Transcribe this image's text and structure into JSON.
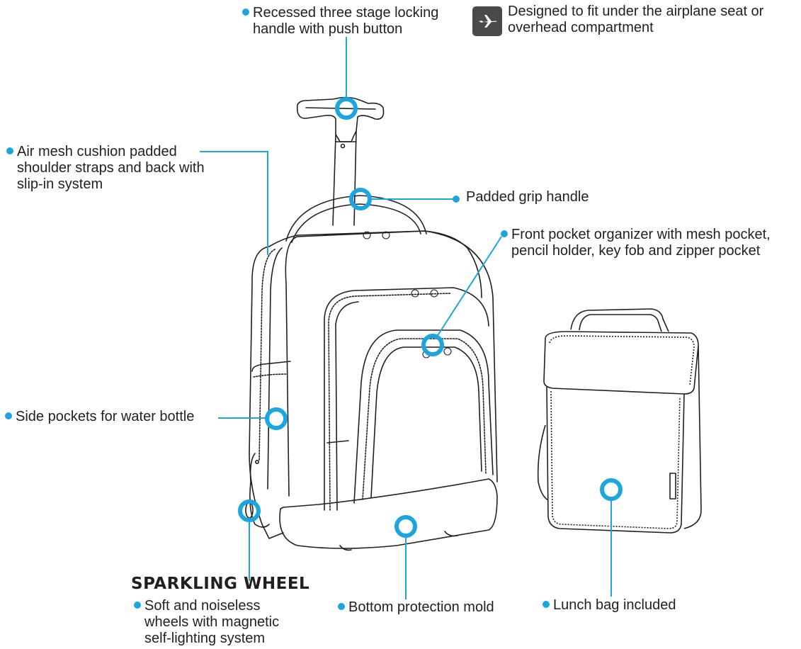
{
  "accent_color": "#1ba6e0",
  "callouts": {
    "handle": {
      "lines": [
        "Recessed three stage locking",
        "handle with push button"
      ]
    },
    "airplane": {
      "icon": "airplane-icon",
      "lines": [
        "Designed to fit under the airplane seat or",
        "overhead compartment"
      ]
    },
    "straps": {
      "lines": [
        "Air mesh cushion padded",
        "shoulder straps and back with",
        "slip-in system"
      ]
    },
    "grip": {
      "lines": [
        "Padded grip handle"
      ]
    },
    "front_pocket": {
      "lines": [
        "Front pocket organizer with mesh pocket,",
        "pencil holder, key fob and zipper pocket"
      ]
    },
    "side_pockets": {
      "lines": [
        "Side pockets for water bottle"
      ]
    },
    "wheel_heading": "SPARKLING WHEEL",
    "wheels": {
      "lines": [
        "Soft and noiseless",
        "wheels with magnetic",
        "self-lighting system"
      ]
    },
    "bottom": {
      "lines": [
        "Bottom protection mold"
      ]
    },
    "lunch": {
      "lines": [
        "Lunch bag included"
      ]
    }
  }
}
